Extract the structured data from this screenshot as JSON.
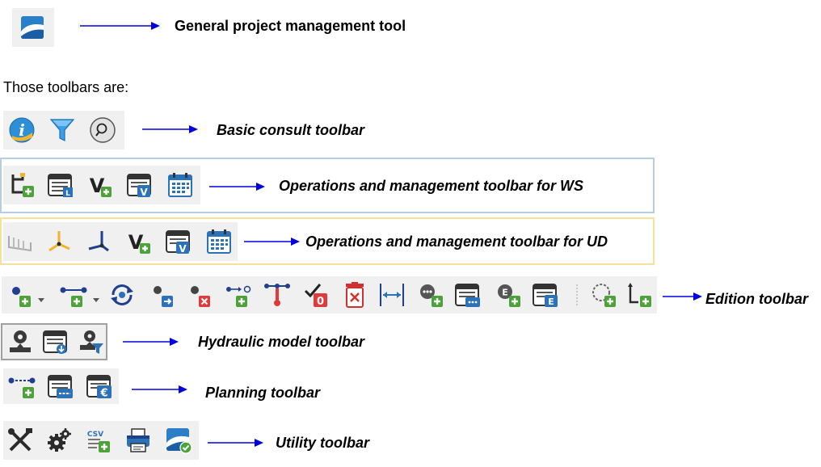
{
  "header": {
    "general_label": "General project management tool"
  },
  "intro": "Those toolbars are:",
  "toolbars": {
    "basic": {
      "label": "Basic consult toolbar"
    },
    "ws": {
      "label": "Operations and management toolbar for WS"
    },
    "ud": {
      "label": "Operations and management toolbar for UD"
    },
    "edition": {
      "label": "Edition toolbar"
    },
    "hydraulic": {
      "label": "Hydraulic model toolbar"
    },
    "planning": {
      "label": "Planning toolbar"
    },
    "utility": {
      "label": "Utility toolbar"
    }
  },
  "icon_text": {
    "v": "V",
    "zero": "0",
    "e": "E",
    "csv": "CSV"
  },
  "colors": {
    "arrow": "#0000e0",
    "ws_frame": "#b7cde3",
    "ud_frame": "#f7e19a",
    "hyd_frame": "#a0a0a0",
    "green_plus": "#4ea23a",
    "blue": "#2b72b9"
  }
}
